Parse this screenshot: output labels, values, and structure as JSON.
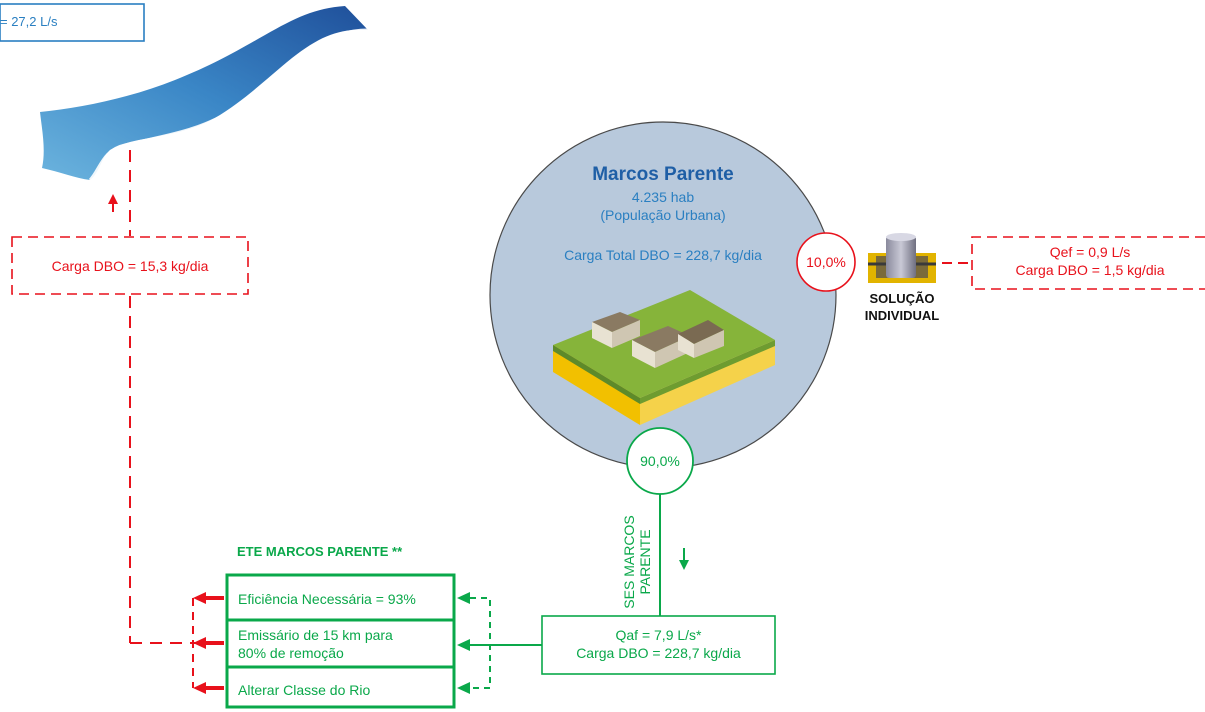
{
  "colors": {
    "red": "#e8111b",
    "green": "#0aa84a",
    "blue_text": "#2a7fc1",
    "title_blue": "#1f5fa6",
    "circle_fill": "#b8c9dc"
  },
  "river_box": {
    "text": "= 27,2 L/s"
  },
  "river_load_box": {
    "text": "Carga DBO = 15,3 kg/dia"
  },
  "city": {
    "name": "Marcos Parente",
    "population": "4.235 hab",
    "population_type": "(População Urbana)",
    "total_load": "Carga Total DBO = 228,7 kg/dia"
  },
  "individual": {
    "percent": "10,0%",
    "label_line1": "SOLUÇÃO",
    "label_line2": "INDIVIDUAL",
    "flow": "Qef = 0,9 L/s",
    "load": "Carga DBO = 1,5 kg/dia"
  },
  "collective": {
    "percent": "90,0%",
    "system_line1": "SES MARCOS",
    "system_line2": "PARENTE",
    "flow": "Qaf = 7,9 L/s*",
    "load": "Carga DBO = 228,7 kg/dia"
  },
  "ete": {
    "title": "ETE MARCOS PARENTE **",
    "option1": "Eficiência Necessária = 93%",
    "option2_line1": "Emissário de 15 km para",
    "option2_line2": "80% de remoção",
    "option3": "Alterar Classe do Rio"
  }
}
